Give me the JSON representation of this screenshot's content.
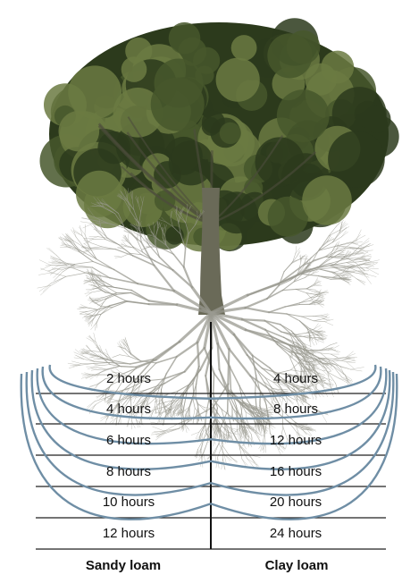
{
  "soils": [
    {
      "name": "Sandy loam",
      "depth_labels": [
        "2 hours",
        "4 hours",
        "6 hours",
        "8 hours",
        "10 hours",
        "12 hours"
      ]
    },
    {
      "name": "Clay loam",
      "depth_labels": [
        "4 hours",
        "8 hours",
        "12 hours",
        "16 hours",
        "20 hours",
        "24 hours"
      ]
    }
  ],
  "colors": {
    "wetting_front": "#6f8ea5",
    "grid_line": "#222222",
    "trunk": "#6a6a58",
    "canopy_dark": "#2c3a1c",
    "canopy_mid": "#46572b",
    "canopy_light": "#6b7a42",
    "roots": "#9a9a90"
  }
}
